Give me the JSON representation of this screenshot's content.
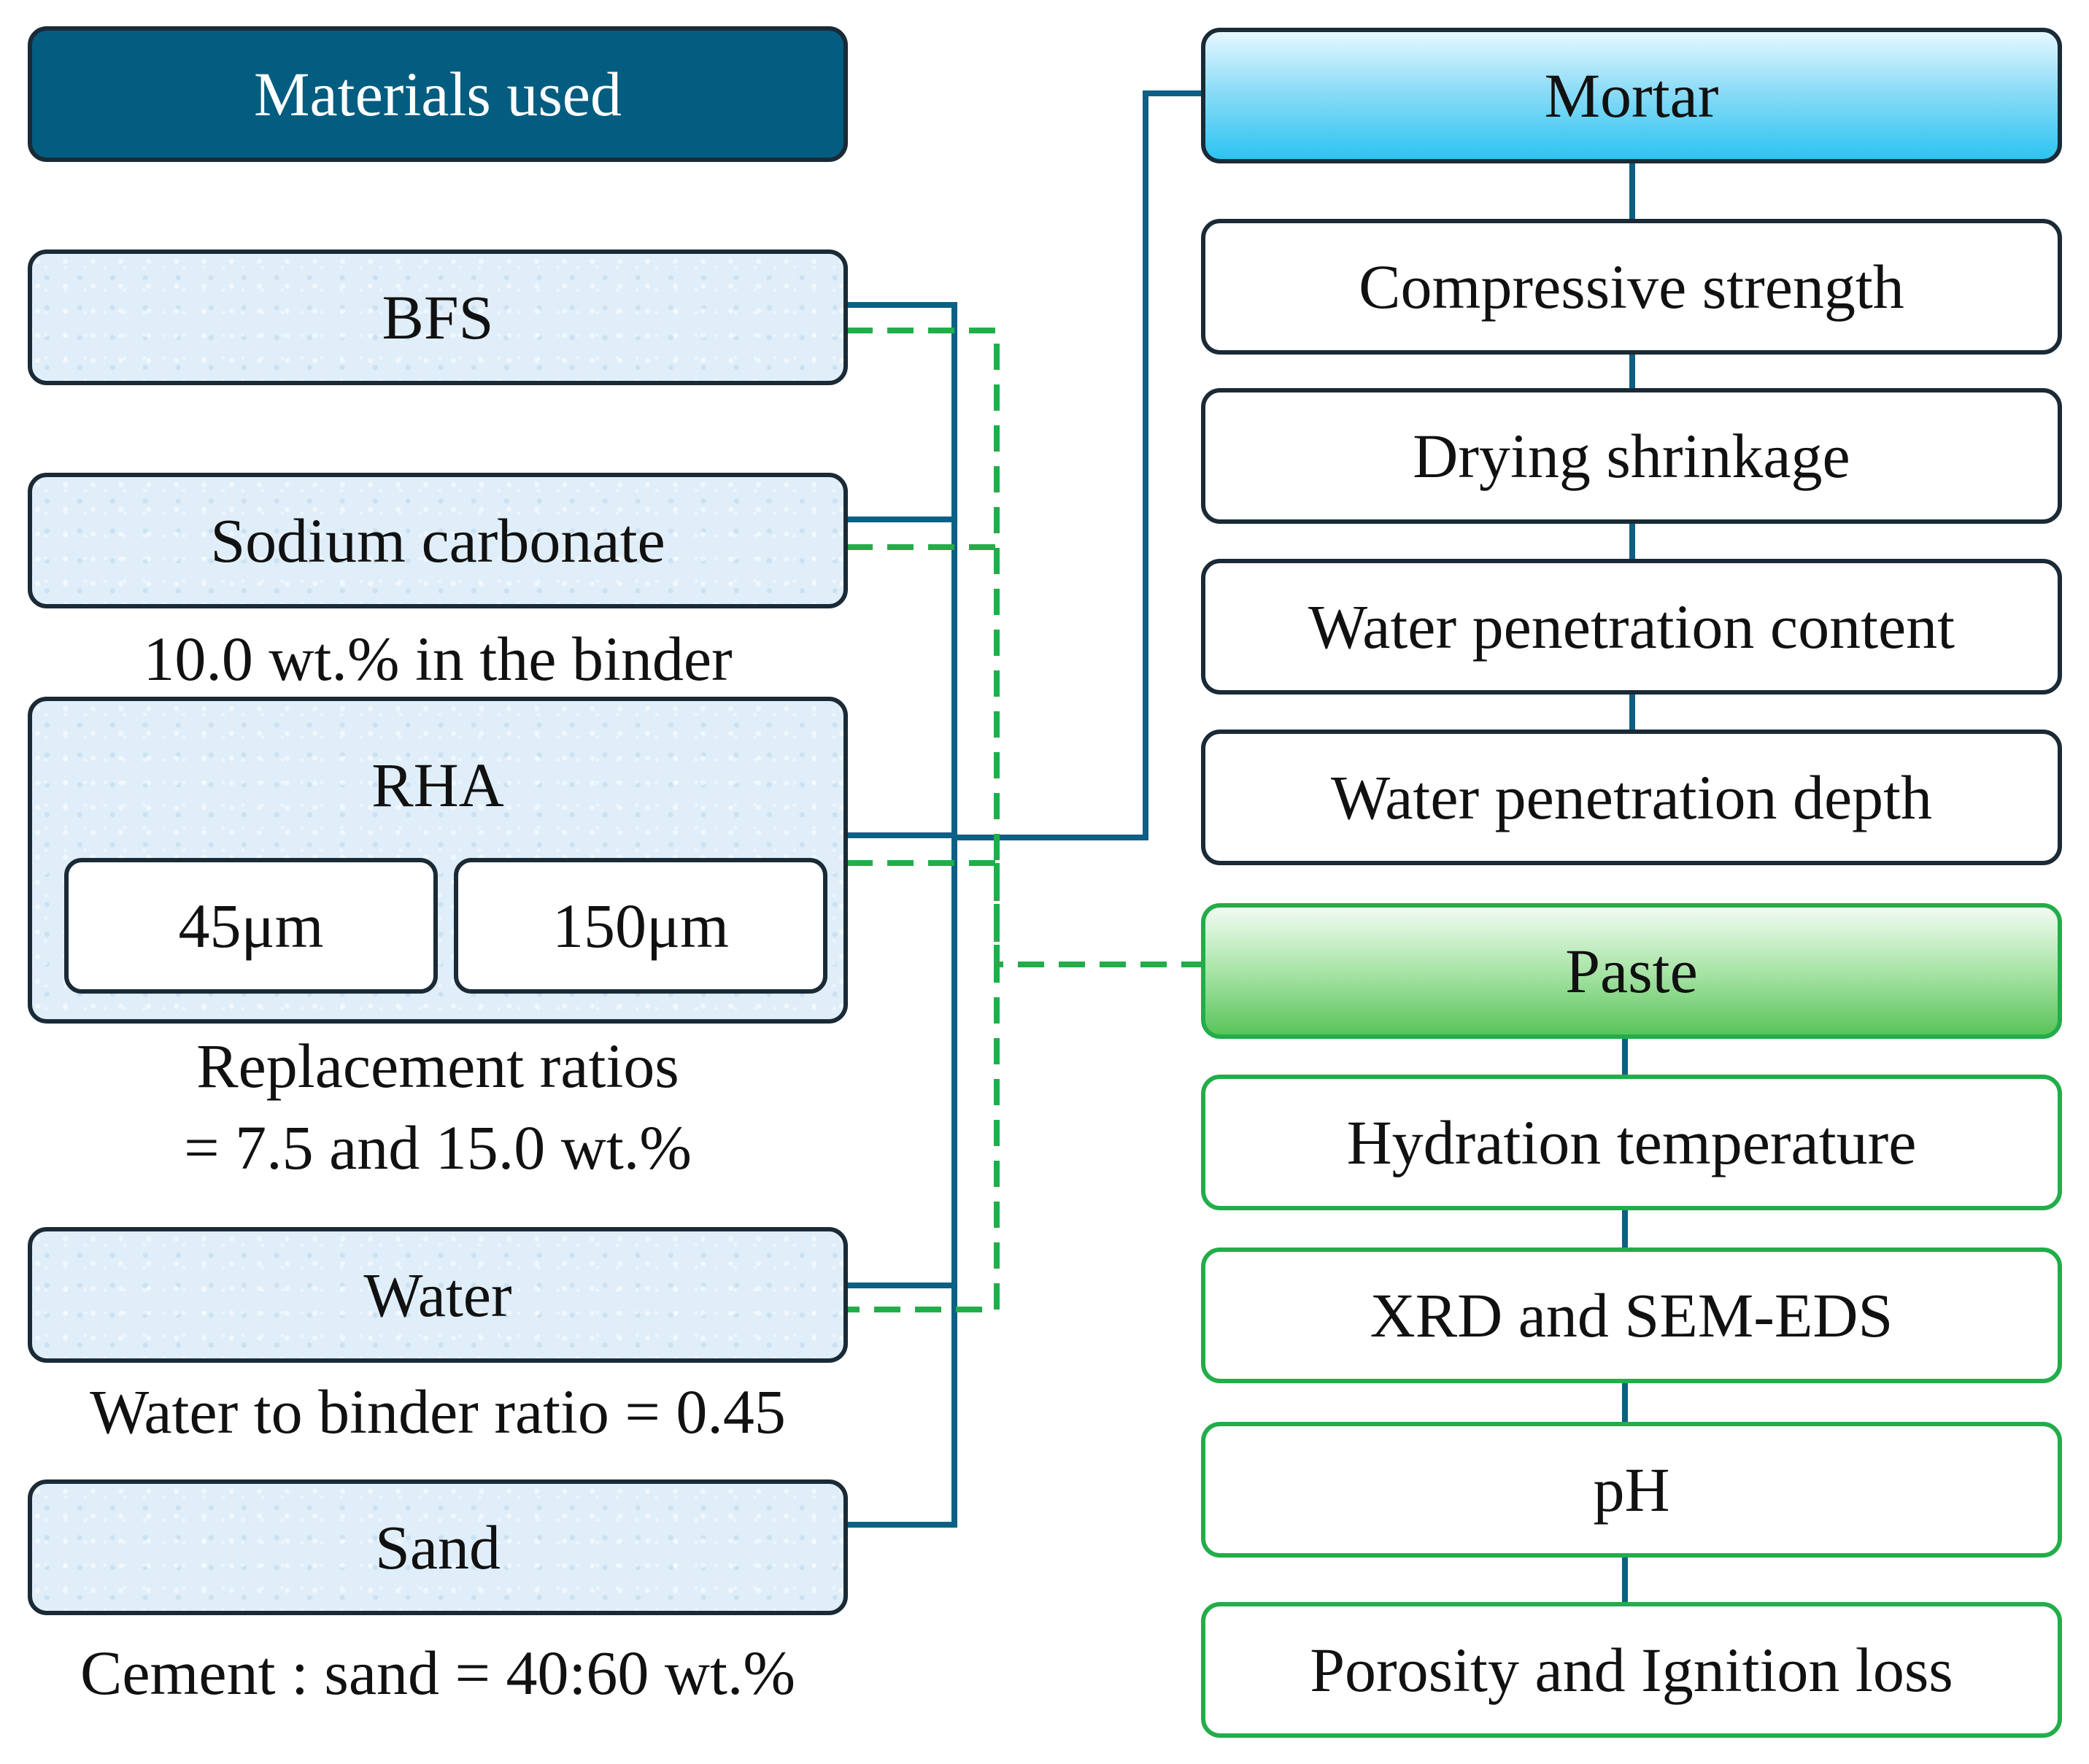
{
  "materials": {
    "title": "Materials used",
    "bfs": "BFS",
    "sodium_carbonate": "Sodium carbonate",
    "sodium_carbonate_note": "10.0 wt.% in the binder",
    "rha": "RHA",
    "rha_size_small": "45μm",
    "rha_size_large": "150μm",
    "rha_note_line1": "Replacement ratios",
    "rha_note_line2": "= 7.5 and 15.0 wt.%",
    "water": "Water",
    "water_note": "Water to binder ratio = 0.45",
    "sand": "Sand",
    "sand_note": "Cement : sand = 40:60 wt.%"
  },
  "mortar": {
    "title": "Mortar",
    "tests": [
      "Compressive strength",
      "Drying shrinkage",
      "Water penetration content",
      "Water penetration depth"
    ]
  },
  "paste": {
    "title": "Paste",
    "tests": [
      "Hydration temperature",
      "XRD and SEM-EDS",
      "pH",
      "Porosity and Ignition loss"
    ]
  },
  "colors": {
    "mortar_line": "#0e5f85",
    "paste_line": "#22ad4a",
    "title_fill": "#035d80"
  }
}
